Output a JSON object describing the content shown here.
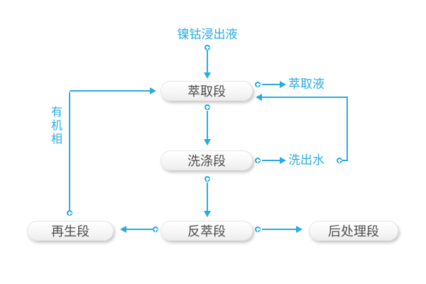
{
  "diagram": {
    "type": "flowchart",
    "subject": "nickel-cobalt solvent extraction process",
    "colors": {
      "accent": "#29abe2",
      "node_text": "#4d4d4d"
    },
    "input_label": "镍钴浸出液",
    "nodes": {
      "extraction": {
        "label": "萃取段"
      },
      "washing": {
        "label": "洗涤段"
      },
      "stripping": {
        "label": "反萃段"
      },
      "regeneration": {
        "label": "再生段"
      },
      "post_treatment": {
        "label": "后处理段"
      }
    },
    "stream_labels": {
      "extract_liquor": "萃取液",
      "wash_water": "洗出水",
      "organic_phase": "有机相"
    },
    "edges": [
      {
        "from": "镍钴浸出液",
        "to": "萃取段"
      },
      {
        "from": "萃取段",
        "to": "萃取液"
      },
      {
        "from": "萃取段",
        "to": "洗涤段"
      },
      {
        "from": "洗涤段",
        "to": "洗出水"
      },
      {
        "from": "洗出水",
        "to": "萃取段"
      },
      {
        "from": "洗涤段",
        "to": "反萃段"
      },
      {
        "from": "反萃段",
        "to": "再生段"
      },
      {
        "from": "再生段",
        "to": "萃取段",
        "label": "有机相"
      },
      {
        "from": "反萃段",
        "to": "后处理段"
      }
    ]
  }
}
